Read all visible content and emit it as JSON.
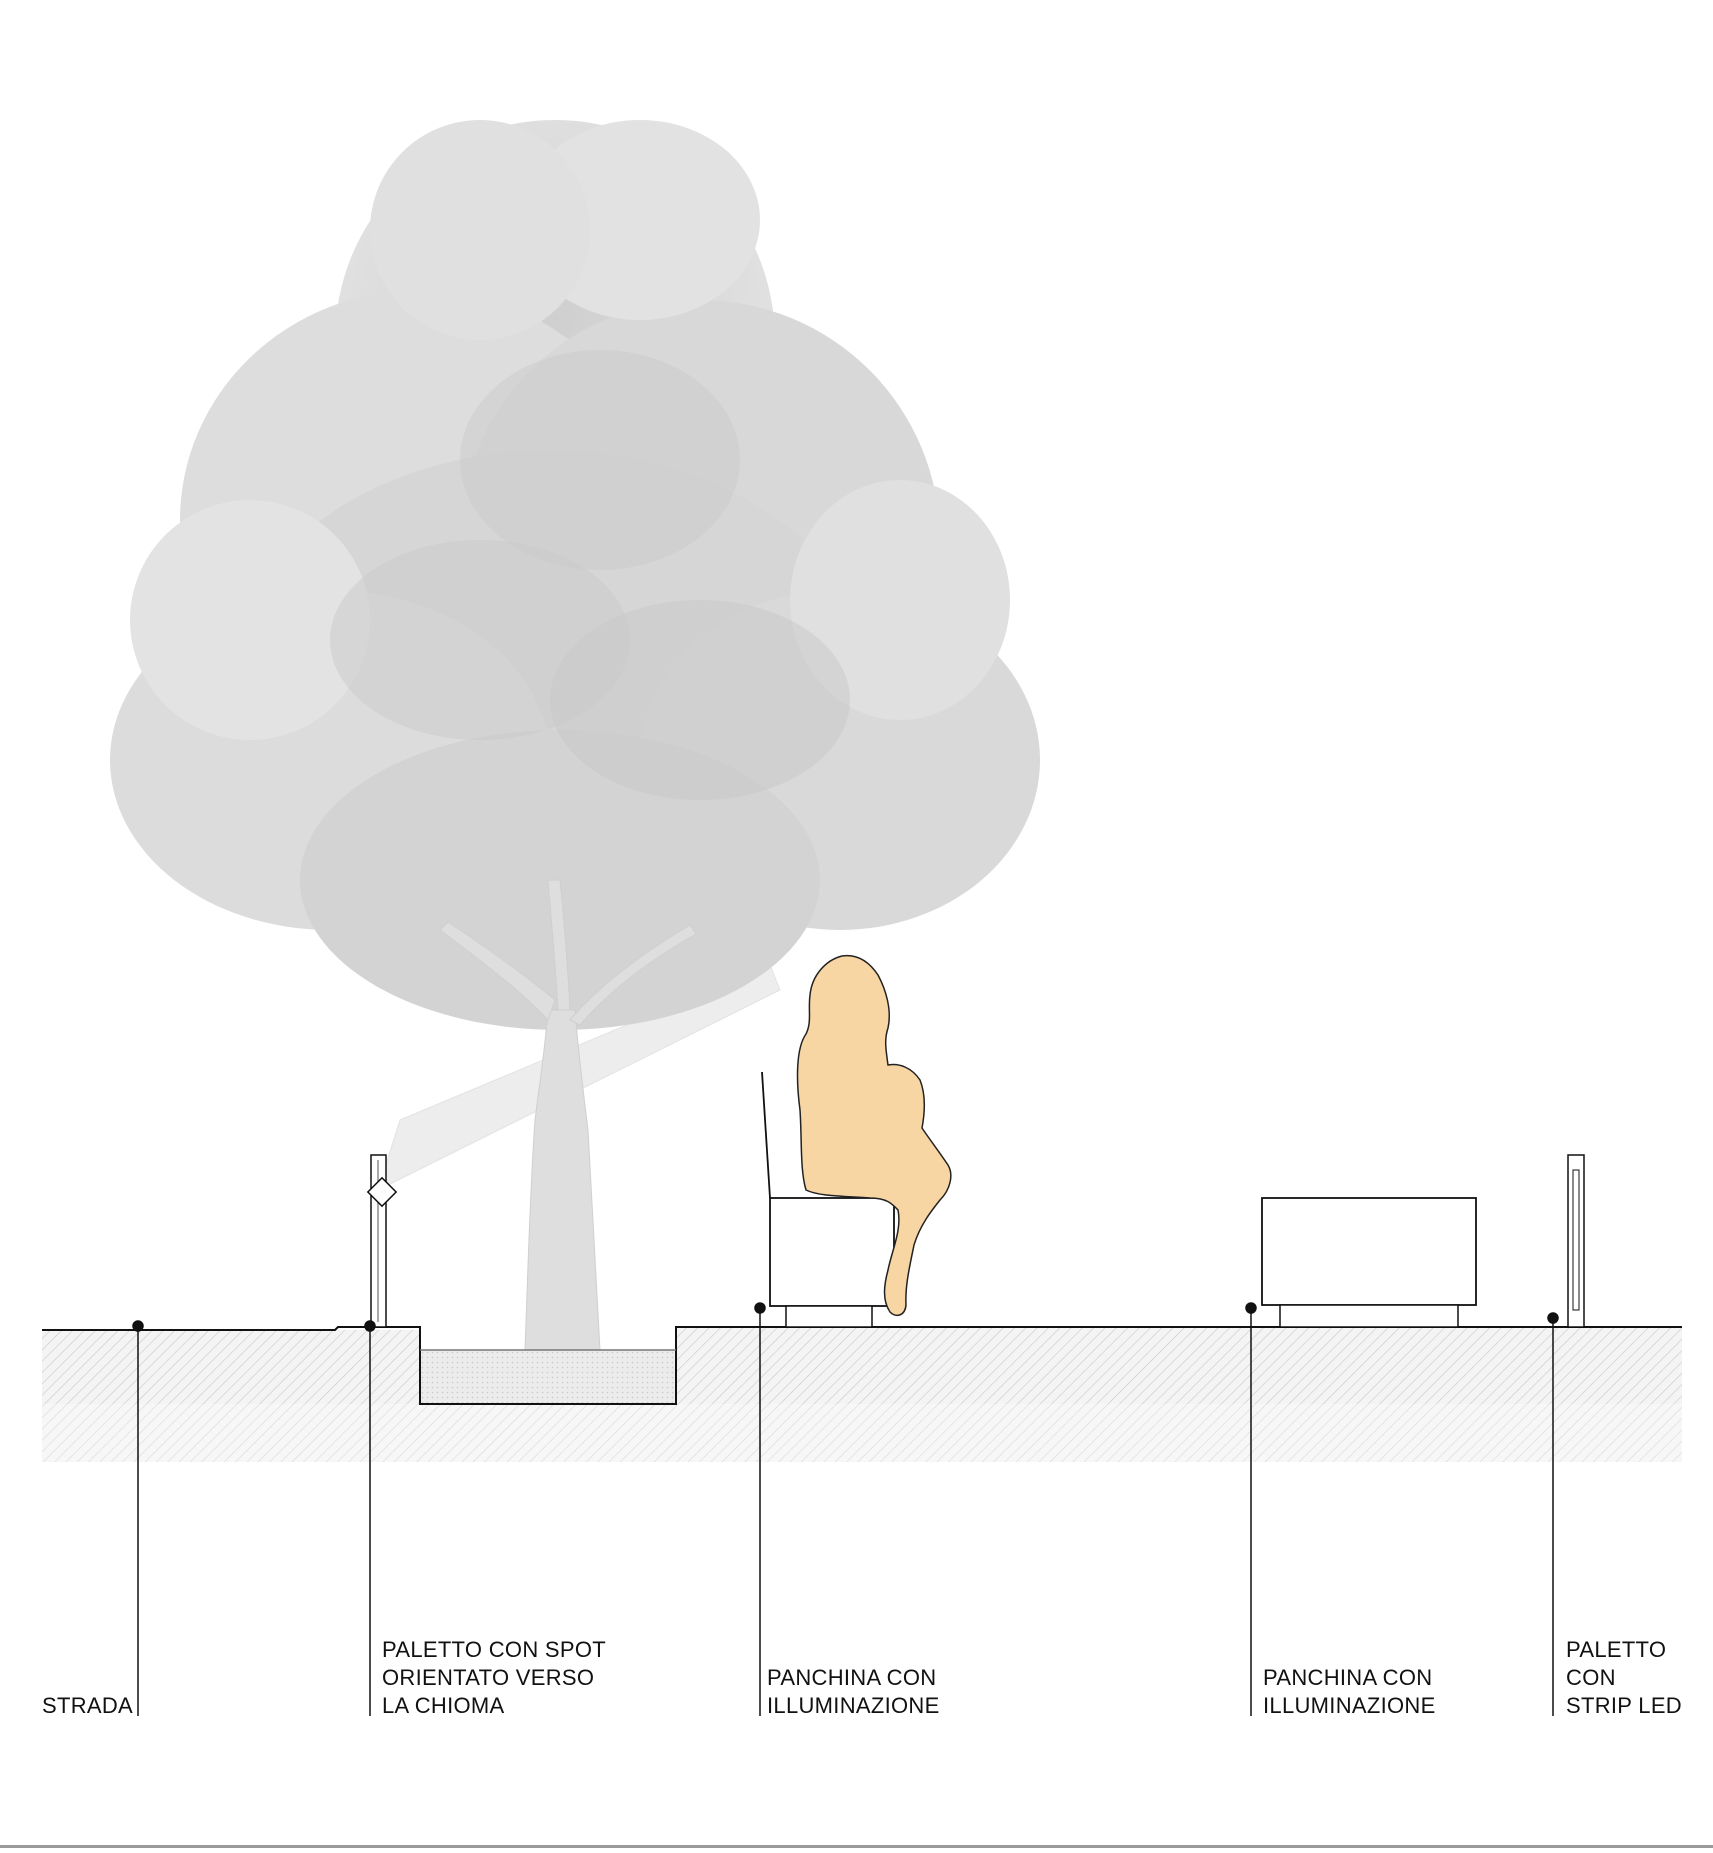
{
  "colors": {
    "person": "#f7d6a3",
    "tree": "#d9d9d9",
    "line": "#111111",
    "ground_hatch": "#bdbdbd",
    "subsoil": "#e6e6e6",
    "light_cone": "#ececec"
  },
  "icons": [
    "tree-canopy",
    "seated-person-silhouette",
    "bench",
    "bollard-spotlight",
    "bollard-led-strip"
  ],
  "labels": {
    "strada": [
      "STRADA"
    ],
    "paletto_spot": [
      "PALETTO CON SPOT",
      "ORIENTATO VERSO",
      "LA  CHIOMA"
    ],
    "panchina_1": [
      "PANCHINA CON",
      "ILLUMINAZIONE"
    ],
    "panchina_2": [
      "PANCHINA CON",
      "ILLUMINAZIONE"
    ],
    "paletto_led": [
      "PALETTO",
      "CON",
      "STRIP LED"
    ]
  }
}
